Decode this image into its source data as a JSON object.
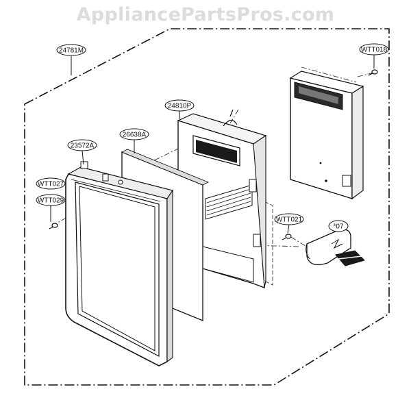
{
  "watermark": "AppliancePartsPros.com",
  "parts": {
    "assembly": "24781M",
    "screw_top_right": "WTT018",
    "pcb_bracket": "24810P",
    "sheet": "26638A",
    "frame": "23572A",
    "screw_left_a": "WTT027",
    "screw_left_b": "WTT029",
    "screw_right": "WTT021",
    "harness": "*07"
  }
}
